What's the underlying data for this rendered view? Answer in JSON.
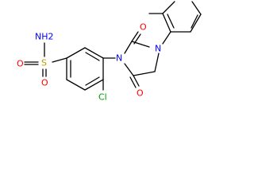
{
  "molecule": {
    "atoms": {
      "nh2": {
        "text": "NH2",
        "color": "#0000ff"
      },
      "sulfur": {
        "text": "S",
        "color": "#b8a000"
      },
      "oxygen_upper": {
        "text": "O",
        "color": "#ff0000"
      },
      "oxygen_lower": {
        "text": "O",
        "color": "#ff0000"
      },
      "chlorine": {
        "text": "Cl",
        "color": "#009900"
      },
      "nitrogen_1": {
        "text": "N",
        "color": "#0000ff"
      },
      "nitrogen_3": {
        "text": "N",
        "color": "#0000ff"
      },
      "oxygen_c2": {
        "text": "O",
        "color": "#ff0000"
      },
      "oxygen_c5": {
        "text": "O",
        "color": "#ff0000"
      }
    }
  }
}
